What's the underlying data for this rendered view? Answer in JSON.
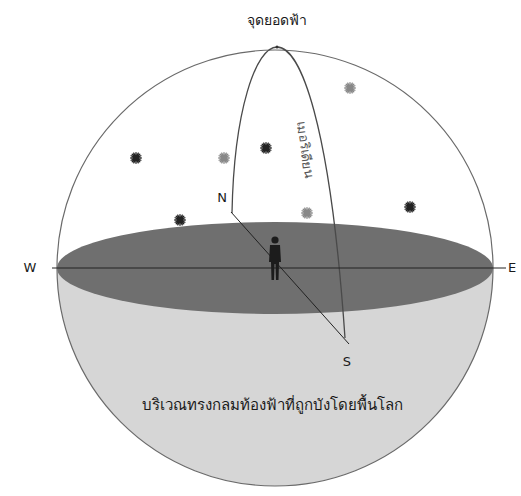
{
  "diagram": {
    "labels": [
      "จุดยอดฟ้า",
      "เมอริเดียน",
      "N",
      "W",
      "E",
      "S",
      "บริเวณทรงกลมท้องฟ้าที่ถูกบังโดยพื้นโลก"
    ]
  }
}
